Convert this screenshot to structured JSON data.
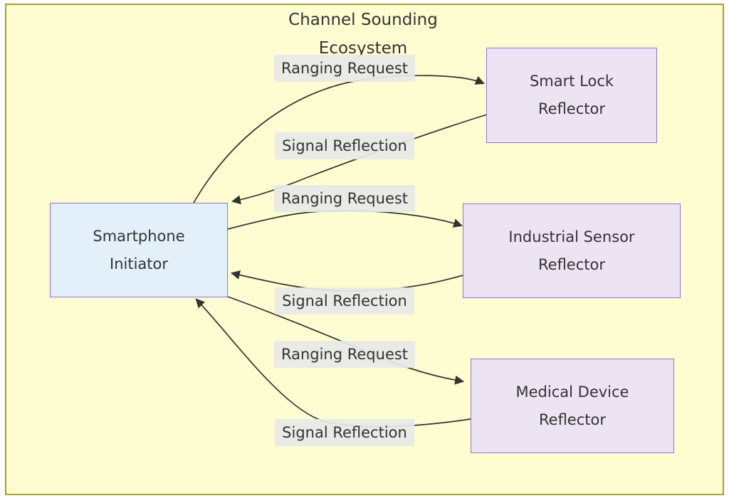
{
  "diagram": {
    "type": "flowchart",
    "title_line1": "Channel Sounding",
    "title_line2": "Ecosystem"
  },
  "nodes": {
    "initiator": {
      "line1": "Smartphone",
      "line2": "Initiator"
    },
    "smart_lock": {
      "line1": "Smart Lock",
      "line2": "Reflector"
    },
    "industrial": {
      "line1": "Industrial Sensor",
      "line2": "Reflector"
    },
    "medical": {
      "line1": "Medical Device",
      "line2": "Reflector"
    }
  },
  "edges": [
    {
      "from": "Smartphone Initiator",
      "to": "Smart Lock Reflector",
      "label": "Ranging Request"
    },
    {
      "from": "Smart Lock Reflector",
      "to": "Smartphone Initiator",
      "label": "Signal Reflection"
    },
    {
      "from": "Smartphone Initiator",
      "to": "Industrial Sensor Reflector",
      "label": "Ranging Request"
    },
    {
      "from": "Industrial Sensor Reflector",
      "to": "Smartphone Initiator",
      "label": "Signal Reflection"
    },
    {
      "from": "Smartphone Initiator",
      "to": "Medical Device Reflector",
      "label": "Ranging Request"
    },
    {
      "from": "Medical Device Reflector",
      "to": "Smartphone Initiator",
      "label": "Signal Reflection"
    }
  ],
  "colors": {
    "canvas_background": "#fdfdd1",
    "canvas_border": "#a3a32f",
    "initiator_fill": "#e3f0fa",
    "reflector_fill": "#ede4f3",
    "node_border": "#9370db",
    "edge_label_background": "#e8e8e8",
    "arrow": "#333333",
    "text": "#333333"
  }
}
